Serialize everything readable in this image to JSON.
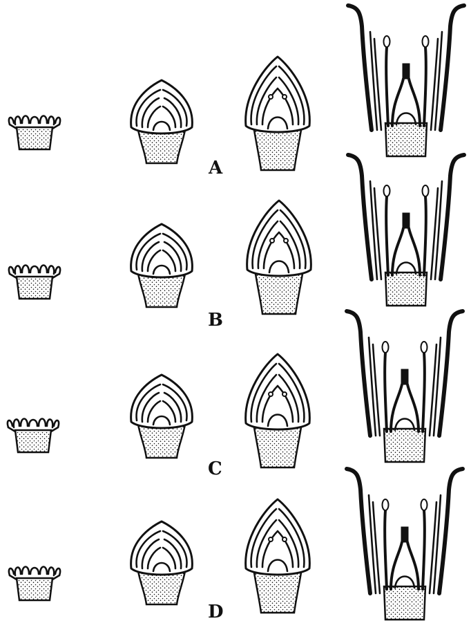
{
  "plate": {
    "rows": [
      {
        "id": "A",
        "label": "A"
      },
      {
        "id": "B",
        "label": "B"
      },
      {
        "id": "C",
        "label": "C"
      },
      {
        "id": "D",
        "label": "D"
      }
    ],
    "stages_per_row": 4,
    "colors": {
      "ink": "#111111",
      "paper": "#ffffff"
    }
  }
}
